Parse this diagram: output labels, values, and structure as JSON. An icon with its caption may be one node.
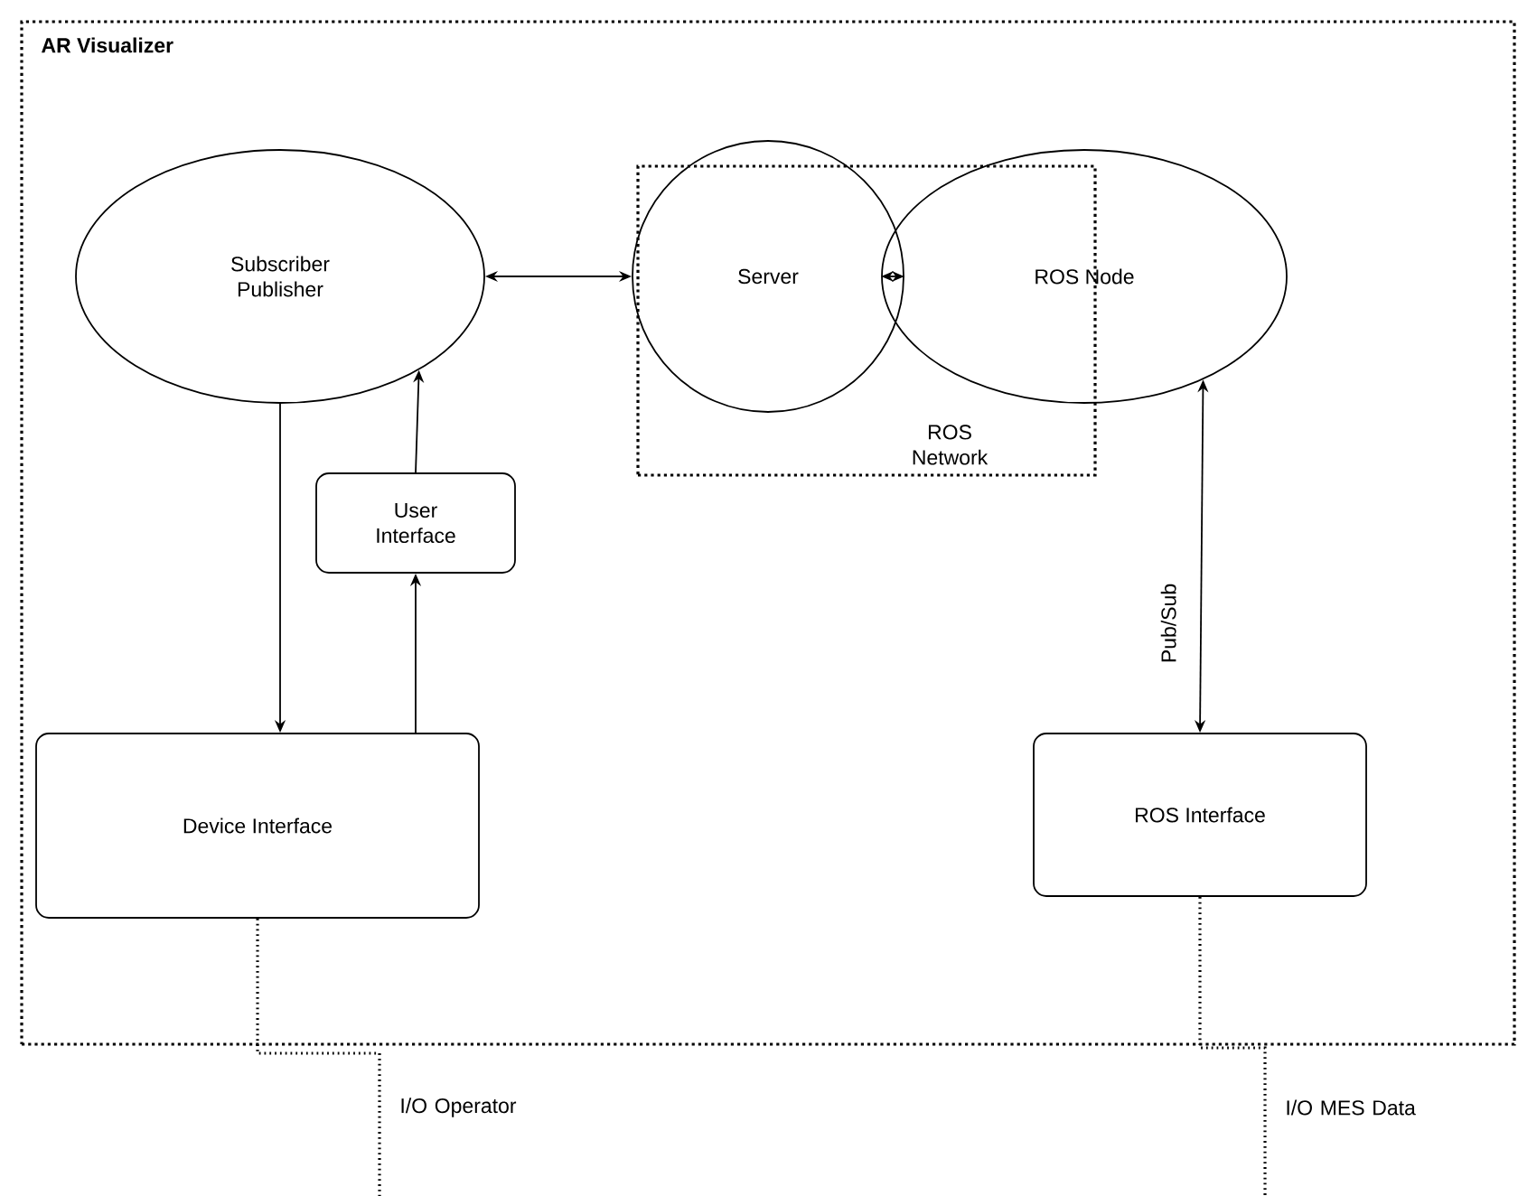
{
  "diagram": {
    "nodes": [
      {
        "text": [
          "AR Visualizer"
        ]
      },
      {
        "text": [
          "ROS Network"
        ],
        "in": 0
      },
      {
        "text": [
          "Subscriber Publisher"
        ],
        "in": 0
      },
      {
        "text": [
          "Server"
        ],
        "in": 0
      },
      {
        "text": [
          "ROS Node"
        ],
        "in": 0
      },
      {
        "text": [
          "User Interface"
        ],
        "in": 0
      },
      {
        "text": [
          "Device Interface"
        ],
        "in": 0
      },
      {
        "text": [
          "ROS Interface"
        ],
        "in": 0
      }
    ],
    "edges": [
      {
        "from": 2,
        "to": 3,
        "arrow": "both"
      },
      {
        "from": 3,
        "to": 4,
        "arrow": "both"
      },
      {
        "from": 2,
        "to": 6,
        "arrow": "to"
      },
      {
        "from": 6,
        "to": 5,
        "arrow": "to"
      },
      {
        "from": 5,
        "to": 2,
        "arrow": "to"
      },
      {
        "from": 4,
        "to": 7,
        "arrow": "both",
        "label": "Pub/Sub"
      },
      {
        "from": 6,
        "to": null,
        "arrow": "none",
        "style": "dashed",
        "label": "I/O Operator"
      },
      {
        "from": 7,
        "to": null,
        "arrow": "none",
        "style": "dashed",
        "label": "I/O MES Data"
      }
    ]
  }
}
